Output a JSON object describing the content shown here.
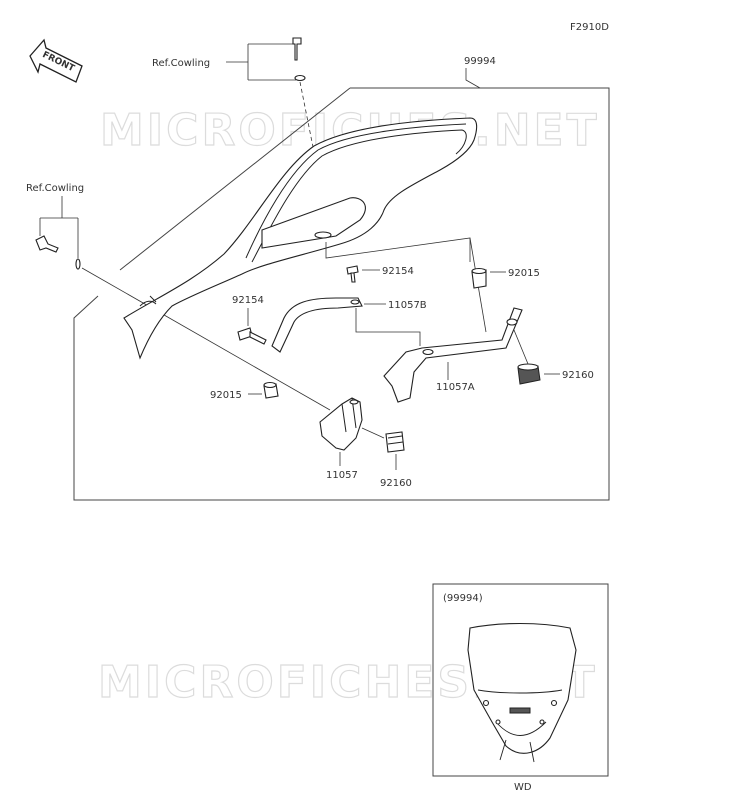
{
  "figure_code": "F2910D",
  "front_label": "FRONT",
  "watermark": "MICROFICHES.NET",
  "ref_labels": [
    "Ref.Cowling",
    "Ref.Cowling"
  ],
  "parts": {
    "windshield_assy": "99994",
    "bracket_right": "11057B",
    "bracket_left": "11057",
    "bracket_main": "11057A",
    "screw_a": "92154",
    "screw_b": "92154",
    "collar_a": "92015",
    "collar_b": "92015",
    "damper_a": "92160",
    "damper_b": "92160"
  },
  "inset": {
    "part_ref": "(99994)",
    "caption": "WD"
  }
}
